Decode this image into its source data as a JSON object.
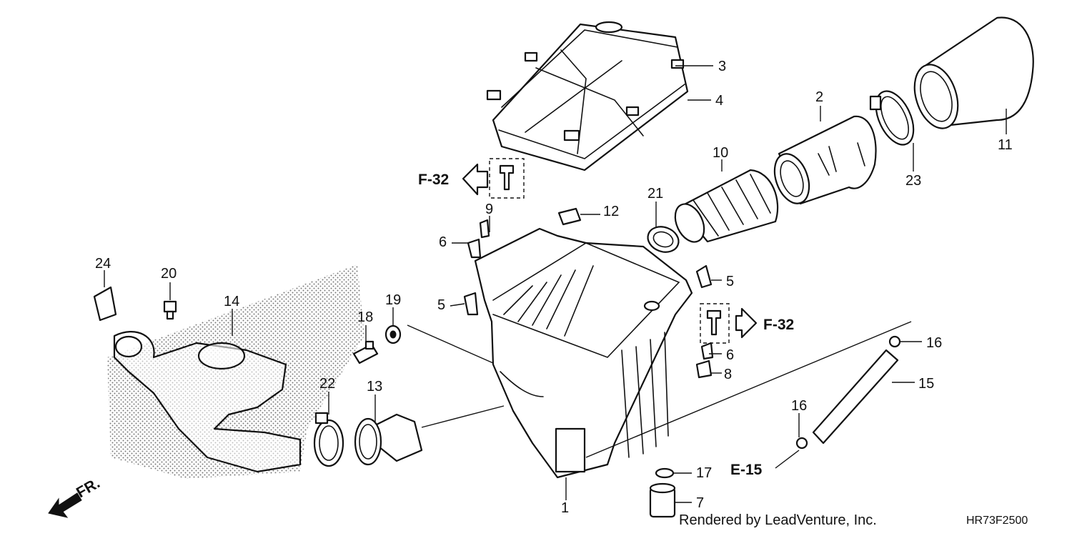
{
  "callouts": [
    "3",
    "4",
    "2",
    "11",
    "10",
    "23",
    "21",
    "12",
    "9",
    "6",
    "5",
    "24",
    "20",
    "14",
    "19",
    "18",
    "5",
    "6",
    "8",
    "16",
    "15",
    "22",
    "13",
    "16",
    "17",
    "7",
    "1"
  ],
  "refs": [
    "F-32",
    "F-32",
    "E-15"
  ],
  "direction_label": "FR.",
  "footer": {
    "credit": "Rendered by LeadVenture, Inc.",
    "code": "HR73F2500"
  }
}
